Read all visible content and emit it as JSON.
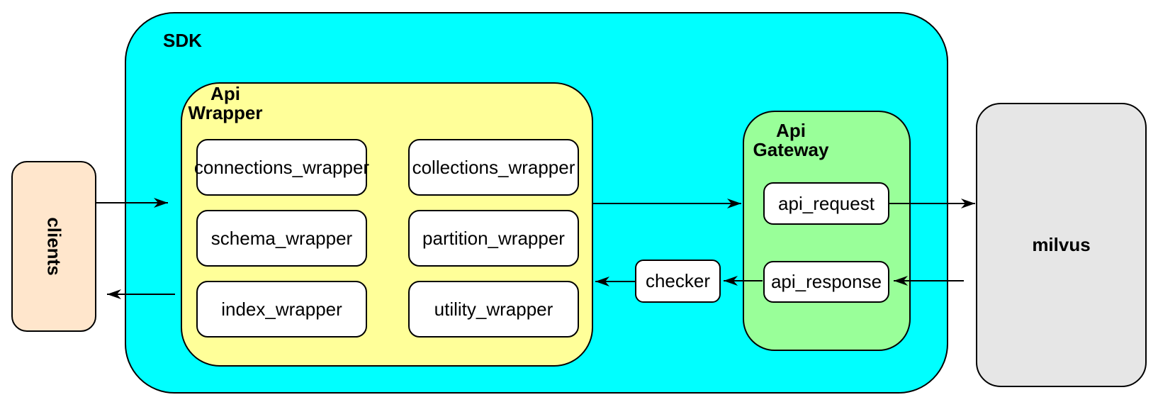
{
  "canvas": {
    "background": "#FFFFFF"
  },
  "nodes": {
    "clients": {
      "label": "clients",
      "fill": "#FFE6CC",
      "border": "#000000"
    },
    "sdk": {
      "label": "SDK",
      "fill": "#00FFFF",
      "border": "#000000"
    },
    "api_wrapper": {
      "label": "Api\nWrapper",
      "fill": "#FFFF99",
      "border": "#000000"
    },
    "wrappers": [
      {
        "label": "connections_wrapper"
      },
      {
        "label": "collections_wrapper"
      },
      {
        "label": "schema_wrapper"
      },
      {
        "label": "partition_wrapper"
      },
      {
        "label": "index_wrapper"
      },
      {
        "label": "utility_wrapper"
      }
    ],
    "checker": {
      "label": "checker",
      "fill": "#FFFFFF",
      "border": "#000000"
    },
    "api_gateway": {
      "label": "Api\nGateway",
      "fill": "#99FF99",
      "border": "#000000"
    },
    "gateway_boxes": [
      {
        "label": "api_request"
      },
      {
        "label": "api_response"
      }
    ],
    "milvus": {
      "label": "milvus",
      "fill": "#E6E6E6",
      "border": "#000000"
    }
  },
  "edges": [
    {
      "from": "clients",
      "to": "api_wrapper"
    },
    {
      "from": "api_wrapper",
      "to": "clients"
    },
    {
      "from": "api_wrapper",
      "to": "api_gateway"
    },
    {
      "from": "api_request",
      "to": "milvus"
    },
    {
      "from": "milvus",
      "to": "api_response"
    },
    {
      "from": "api_response",
      "to": "checker"
    },
    {
      "from": "checker",
      "to": "api_wrapper"
    }
  ]
}
